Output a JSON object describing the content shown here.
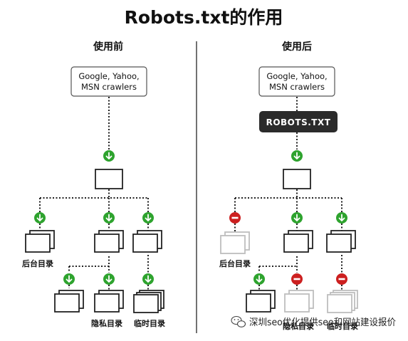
{
  "title": "Robots.txt的作用",
  "before": {
    "heading": "使用前",
    "crawlers": [
      "Google, Yahoo,",
      "MSN crawlers"
    ],
    "labels": {
      "left": "后台目录",
      "mid_bottom": "隐私目录",
      "right_bottom": "临时目录"
    }
  },
  "after": {
    "heading": "使用后",
    "crawlers": [
      "Google, Yahoo,",
      "MSN crawlers"
    ],
    "robots": "ROBOTS.TXT",
    "labels": {
      "left": "后台目录",
      "mid_bottom": "隐私目录",
      "right_bottom": "临时目录"
    }
  },
  "watermark": "深圳seo优化提供seo和网站建设报价",
  "colors": {
    "allow": "#2ea32e",
    "block": "#cc1f1f",
    "robots_bg": "#2b2b2b",
    "faded": "#bdbdbd"
  },
  "icons": {
    "allow": "arrow-down-icon",
    "block": "no-entry-icon"
  }
}
